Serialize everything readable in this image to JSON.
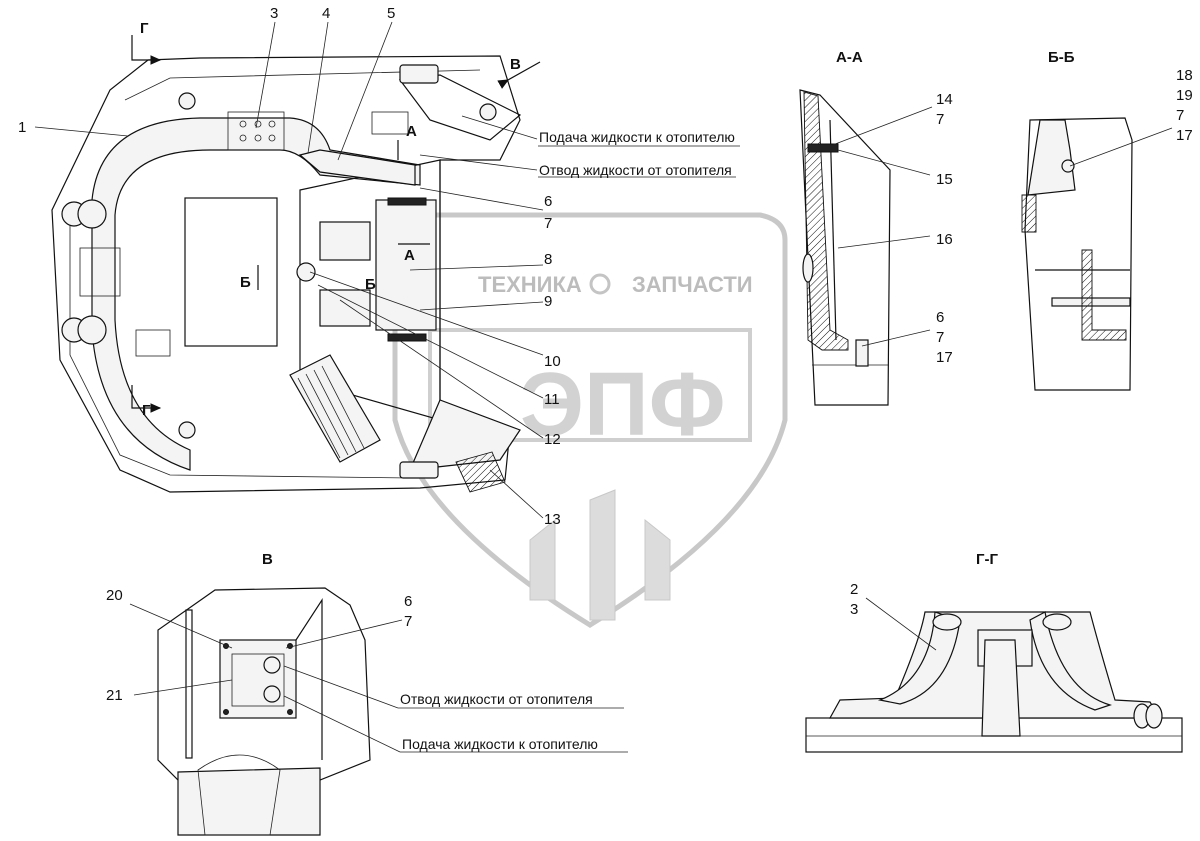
{
  "labels": {
    "n1": "1",
    "n2": "2",
    "n3": "3",
    "n3b": "3",
    "n4": "4",
    "n5": "5",
    "n6a": "6",
    "n6b": "6",
    "n6c": "6",
    "n7a": "7",
    "n7b": "7",
    "n7c": "7",
    "n7d": "7",
    "n7e": "7",
    "n8": "8",
    "n9": "9",
    "n10": "10",
    "n11": "11",
    "n12": "12",
    "n13": "13",
    "n14": "14",
    "n15": "15",
    "n16": "16",
    "n17a": "17",
    "n17b": "17",
    "n18": "18",
    "n19": "19",
    "n20": "20",
    "n21": "21"
  },
  "notes": {
    "supply": "Подача жидкости к отопителю",
    "return": "Отвод жидкости от отопителя"
  },
  "views": {
    "aa": "А-А",
    "bb": "Б-Б",
    "v": "В",
    "gg": "Г-Г"
  },
  "markers": {
    "a": "А",
    "b": "Б",
    "v": "В",
    "g": "Г"
  },
  "watermark": {
    "left": "ТЕХНИКА",
    "right": "ЗАПЧАСТИ",
    "logo": "ЭПФ"
  }
}
